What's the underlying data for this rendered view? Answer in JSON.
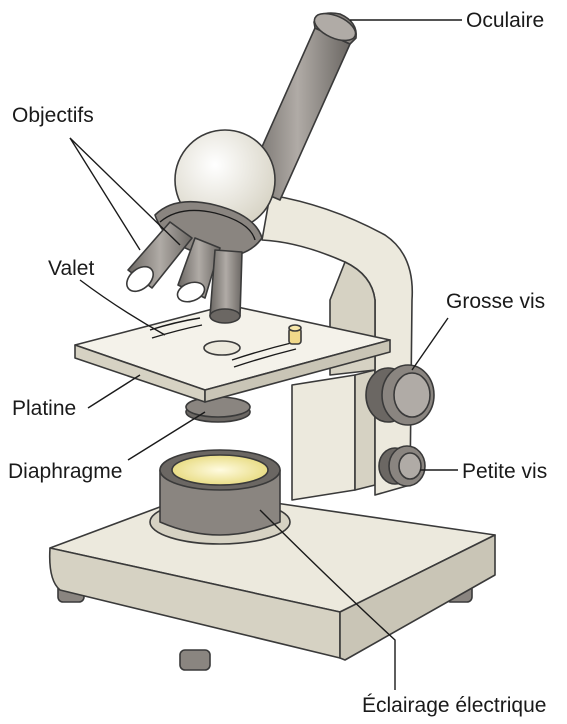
{
  "labels": {
    "oculaire": "Oculaire",
    "objectifs": "Objectifs",
    "valet": "Valet",
    "grosse_vis": "Grosse vis",
    "platine": "Platine",
    "diaphragme": "Diaphragme",
    "petite_vis": "Petite vis",
    "eclairage": "Éclairage électrique"
  },
  "colors": {
    "body": "#ece9dd",
    "body_shade": "#d6d2c3",
    "metal": "#8a8580",
    "metal_dark": "#6b6763",
    "metal_light": "#b0aba6",
    "lamp": "#f6f0b8",
    "outline": "#3a3a3a"
  }
}
